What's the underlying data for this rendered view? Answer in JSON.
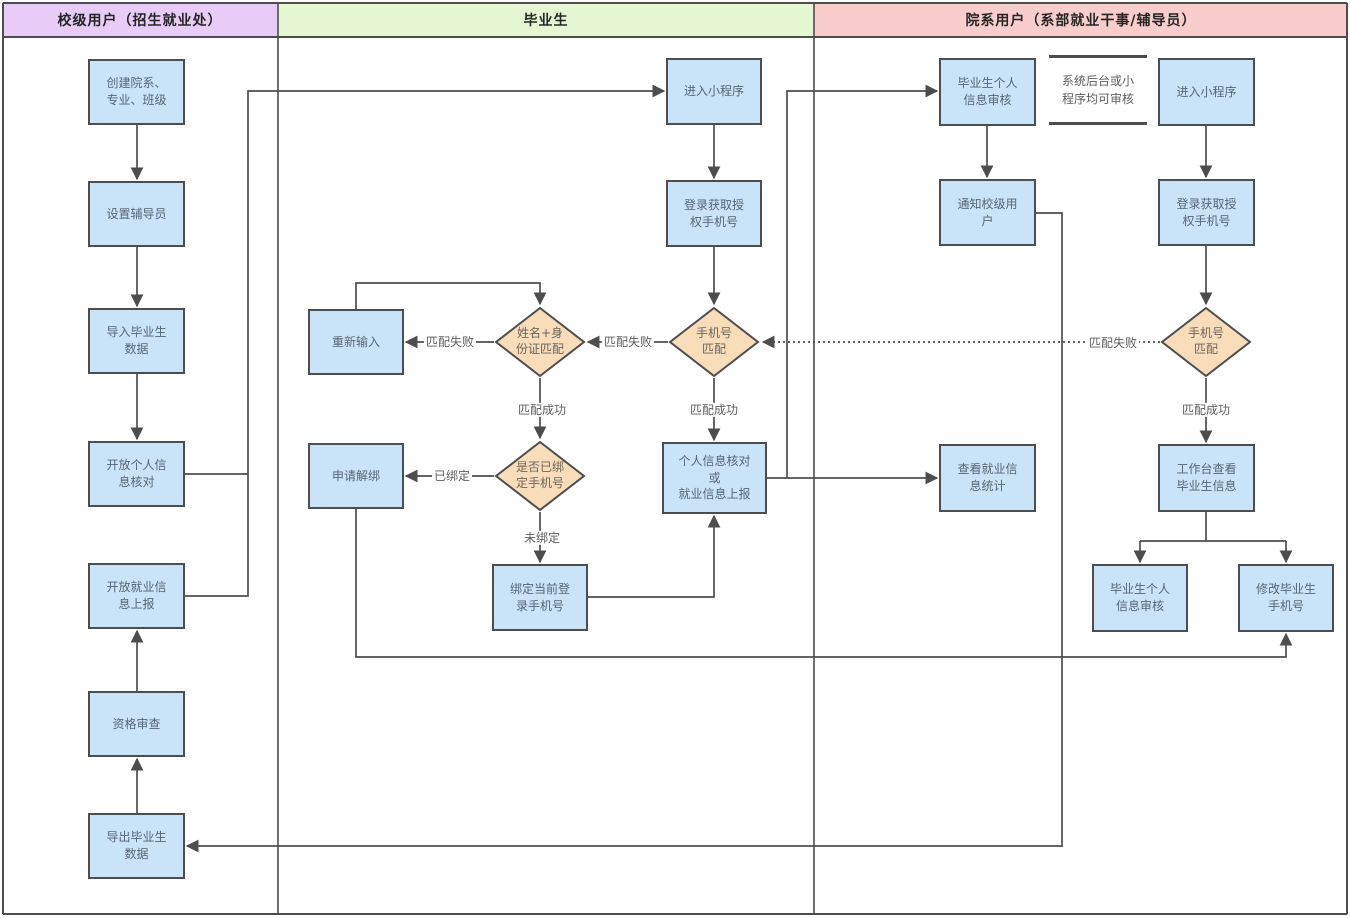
{
  "diagram": {
    "lanes": [
      {
        "label": "校级用户（招生就业处）",
        "color": "#E8CCF7"
      },
      {
        "label": "毕业生",
        "color": "#E4F7D2"
      },
      {
        "label": "院系用户（系部就业干事/辅导员）",
        "color": "#F9CDCB"
      }
    ],
    "colors": {
      "box_fill": "#C9E3F9",
      "diamond_fill": "#F9DCBA",
      "line": "#4D4D4D",
      "box_text": "#596673",
      "label_text": "#5E5E5E"
    },
    "nodes": {
      "create_org": "创建院系、\n专业、班级",
      "set_counselor": "设置辅导员",
      "import_students": "导入毕业生\n数据",
      "open_info_check": "开放个人信\n息核对",
      "open_employment_report": "开放就业信\n息上报",
      "qualification_review": "资格审查",
      "export_students": "导出毕业生\n数据",
      "enter_mini_program": "进入小程序",
      "login_get_phone": "登录获取授\n权手机号",
      "phone_match": "手机号\n匹配",
      "name_id_match": "姓名+身\n份证匹配",
      "re_input": "重新输入",
      "apply_unbind": "申请解绑",
      "is_phone_bound": "是否已绑\n定手机号",
      "info_check_or_report": "个人信息核对\n或\n就业信息上报",
      "bind_current_phone": "绑定当前登\n录手机号",
      "student_review_top": "毕业生个人\n信息审核",
      "review_note": "系统后台或小\n程序均可审核",
      "enter_mini_program_dept": "进入小程序",
      "notify_school_user": "通知校级用\n户",
      "login_get_phone_dept": "登录获取授\n权手机号",
      "phone_match_dept": "手机号\n匹配",
      "view_employment_stats": "查看就业信\n息统计",
      "workbench_view_students": "工作台查看\n毕业生信息",
      "student_review_bottom": "毕业生个人\n信息审核",
      "modify_student_phone": "修改毕业生\n手机号"
    },
    "edge_labels": {
      "match_fail_1": "匹配失败",
      "match_fail_2": "匹配失败",
      "match_fail_dept": "匹配失败",
      "match_success_1": "匹配成功",
      "match_success_2": "匹配成功",
      "match_success_dept": "匹配成功",
      "bound": "已绑定",
      "unbound": "未绑定"
    }
  }
}
